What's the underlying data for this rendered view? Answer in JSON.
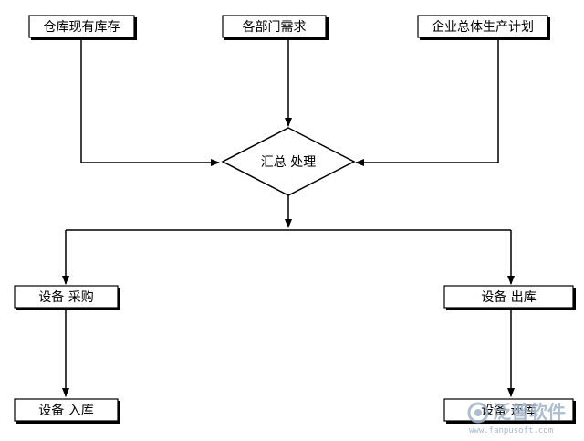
{
  "nodes": {
    "inventory": "仓库现有库存",
    "dept_demand": "各部门需求",
    "production_plan": "企业总体生产计划",
    "summary_process": "汇总 处理",
    "purchase": "设备 采购",
    "outbound": "设备 出库",
    "inbound": "设备 入库",
    "return": "设备 还库"
  },
  "watermark": {
    "text": "泛普软件",
    "url": "www.fanpusoft.com"
  }
}
